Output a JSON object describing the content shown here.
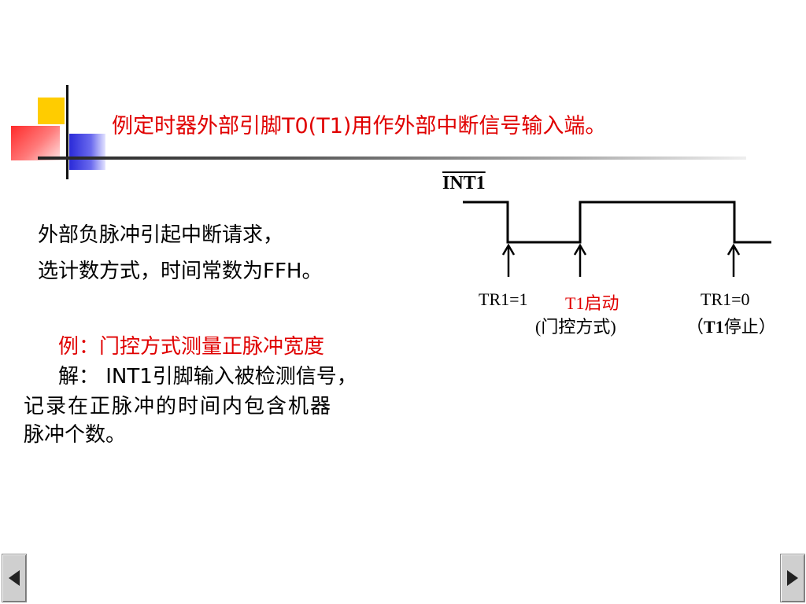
{
  "slide": {
    "title": "例定时器外部引脚T0(T1)用作外部中断信号输入端。",
    "desc_line1": "外部负脉冲引起中断请求，",
    "desc_line2": "选计数方式，时间常数为FFH。",
    "example_title": "例：门控方式测量正脉冲宽度",
    "solution_line1": "解：  INT1引脚输入被检测信号，",
    "solution_line2": "记录在正脉冲的时间内包含机器",
    "solution_line3": "脉冲个数。"
  },
  "diagram": {
    "signal_label": "INT1",
    "tr1_on_label": "TR1=1",
    "t1_start_label": "T1启动",
    "gate_mode_label": "(门控方式)",
    "tr1_off_label": "TR1=0",
    "t1_stop_open": "（",
    "t1_stop_bold": "T1",
    "t1_stop_rest": "停止）"
  },
  "nav": {
    "prev_icon": "triangle-left-icon",
    "next_icon": "triangle-right-icon"
  },
  "colors": {
    "accent_red": "#e00000",
    "ornament_yellow": "#FFCC00",
    "ornament_blue": "#2a2ad8"
  }
}
